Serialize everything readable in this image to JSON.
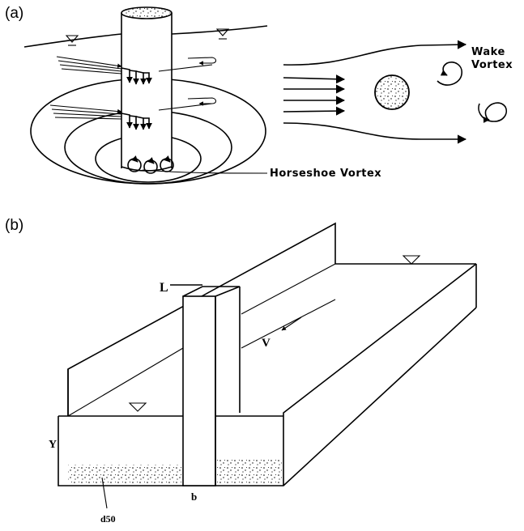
{
  "panel_a": {
    "label": "(a)",
    "wake_vortex_line1": "Wake",
    "wake_vortex_line2": "Vortex",
    "horseshoe_vortex": "Horseshoe Vortex"
  },
  "panel_b": {
    "label": "(b)",
    "pier_length": "L",
    "velocity": "V",
    "depth": "Y",
    "width": "b",
    "grain_size": "d50"
  },
  "colors": {
    "ink": "#000000",
    "background": "#ffffff"
  }
}
